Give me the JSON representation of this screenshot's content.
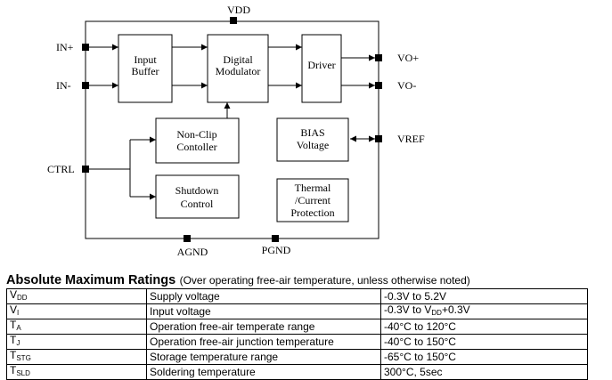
{
  "diagram": {
    "pins": {
      "vdd": "VDD",
      "in_plus": "IN+",
      "in_minus": "IN-",
      "ctrl": "CTRL",
      "vo_plus": "VO+",
      "vo_minus": "VO-",
      "vref": "VREF",
      "agnd": "AGND",
      "pgnd": "PGND"
    },
    "blocks": {
      "input_buffer": [
        "Input",
        "Buffer"
      ],
      "digital_modulator": [
        "Digital",
        "Modulator"
      ],
      "driver": [
        "Driver"
      ],
      "non_clip": [
        "Non-Clip",
        "Contoller"
      ],
      "shutdown": [
        "Shutdown",
        "Control"
      ],
      "bias": [
        "BIAS",
        "Voltage"
      ],
      "thermal": [
        "Thermal",
        "/Current",
        "Protection"
      ]
    }
  },
  "ratings": {
    "title": "Absolute Maximum Ratings",
    "note": "(Over operating free-air temperature, unless otherwise noted)",
    "rows": [
      {
        "sym": "V",
        "sub": "DD",
        "desc": "Supply voltage",
        "val": "-0.3V to 5.2V"
      },
      {
        "sym": "V",
        "sub": "I",
        "desc": "Input voltage",
        "val_pre": "-0.3V to V",
        "val_sub": "DD",
        "val_post": "+0.3V"
      },
      {
        "sym": "T",
        "sub": "A",
        "desc": "Operation free-air temperate range",
        "val": "-40°C to 120°C"
      },
      {
        "sym": "T",
        "sub": "J",
        "desc": "Operation free-air junction temperature",
        "val": "-40°C to 150°C"
      },
      {
        "sym": "T",
        "sub": "STG",
        "desc": "Storage temperature range",
        "val": "-65°C to 150°C"
      },
      {
        "sym": "T",
        "sub": "SLD",
        "desc": "Soldering temperature",
        "val": "300°C, 5sec"
      }
    ]
  }
}
